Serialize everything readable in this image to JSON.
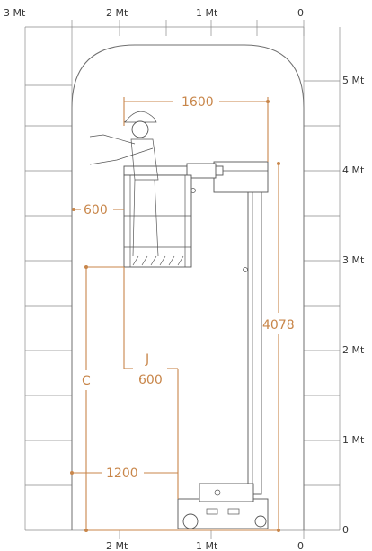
{
  "colors": {
    "dimension": "#c8864a",
    "grid": "#8a8a8a",
    "machine_outline": "#555555",
    "text": "#333333"
  },
  "scale_top": {
    "m3": "3 Mt",
    "m2": "2 Mt",
    "m1": "1 Mt",
    "m0": "0"
  },
  "scale_bottom": {
    "m2": "2 Mt",
    "m1": "1 Mt",
    "m0": "0"
  },
  "scale_right": {
    "h5": "5 Mt",
    "h4": "4 Mt",
    "h3": "3 Mt",
    "h2": "2 Mt",
    "h1": "1 Mt",
    "h0": "0"
  },
  "dimensions": {
    "platform_length": "1600",
    "platform_width": "600",
    "mast_height": "4078",
    "outreach": "600",
    "outreach_letter": "J",
    "base_offset": "1200",
    "height_letter": "C"
  }
}
